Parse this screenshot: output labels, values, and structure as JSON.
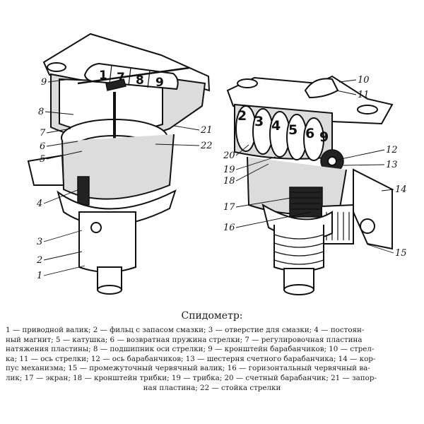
{
  "figure": {
    "title": "Спидометр:",
    "labels": [
      "1",
      "2",
      "3",
      "4",
      "5",
      "6",
      "7",
      "8",
      "9",
      "10",
      "11",
      "12",
      "13",
      "14",
      "15",
      "16",
      "17",
      "18",
      "19",
      "20",
      "21",
      "22"
    ],
    "drum_digits_left": [
      "1",
      "7",
      "8",
      "9"
    ],
    "drum_digits_right": [
      "2",
      "3",
      "4",
      "5",
      "6",
      "9"
    ],
    "legend_lines": [
      "1 — приводной валик; 2 — фильц с запасом смазки; 3 — отверстие для смазки; 4 — постоян-",
      "ный магнит; 5 — катушка; 6 — возвратная пружина стрелки; 7 — регулировочная пластина",
      "натяжения пластины; 8 — подшипник оси стрелки; 9 — кронштейн барабанчиков; 10 — стрел-",
      "ка; 11 — ось стрелки; 12 — ось барабанчиков; 13 — шестерня счетного барабанчика; 14 — кор-",
      "пус механизма; 15 — промежуточный червячный валик; 16 — горизонтальный червячный ва-",
      "лик; 17 — экран; 18 — кронштейн трибки; 19 — трибка; 20 — счетный барабанчик; 21 — запор-",
      "ная пластина; 22 — стойка стрелки"
    ]
  }
}
